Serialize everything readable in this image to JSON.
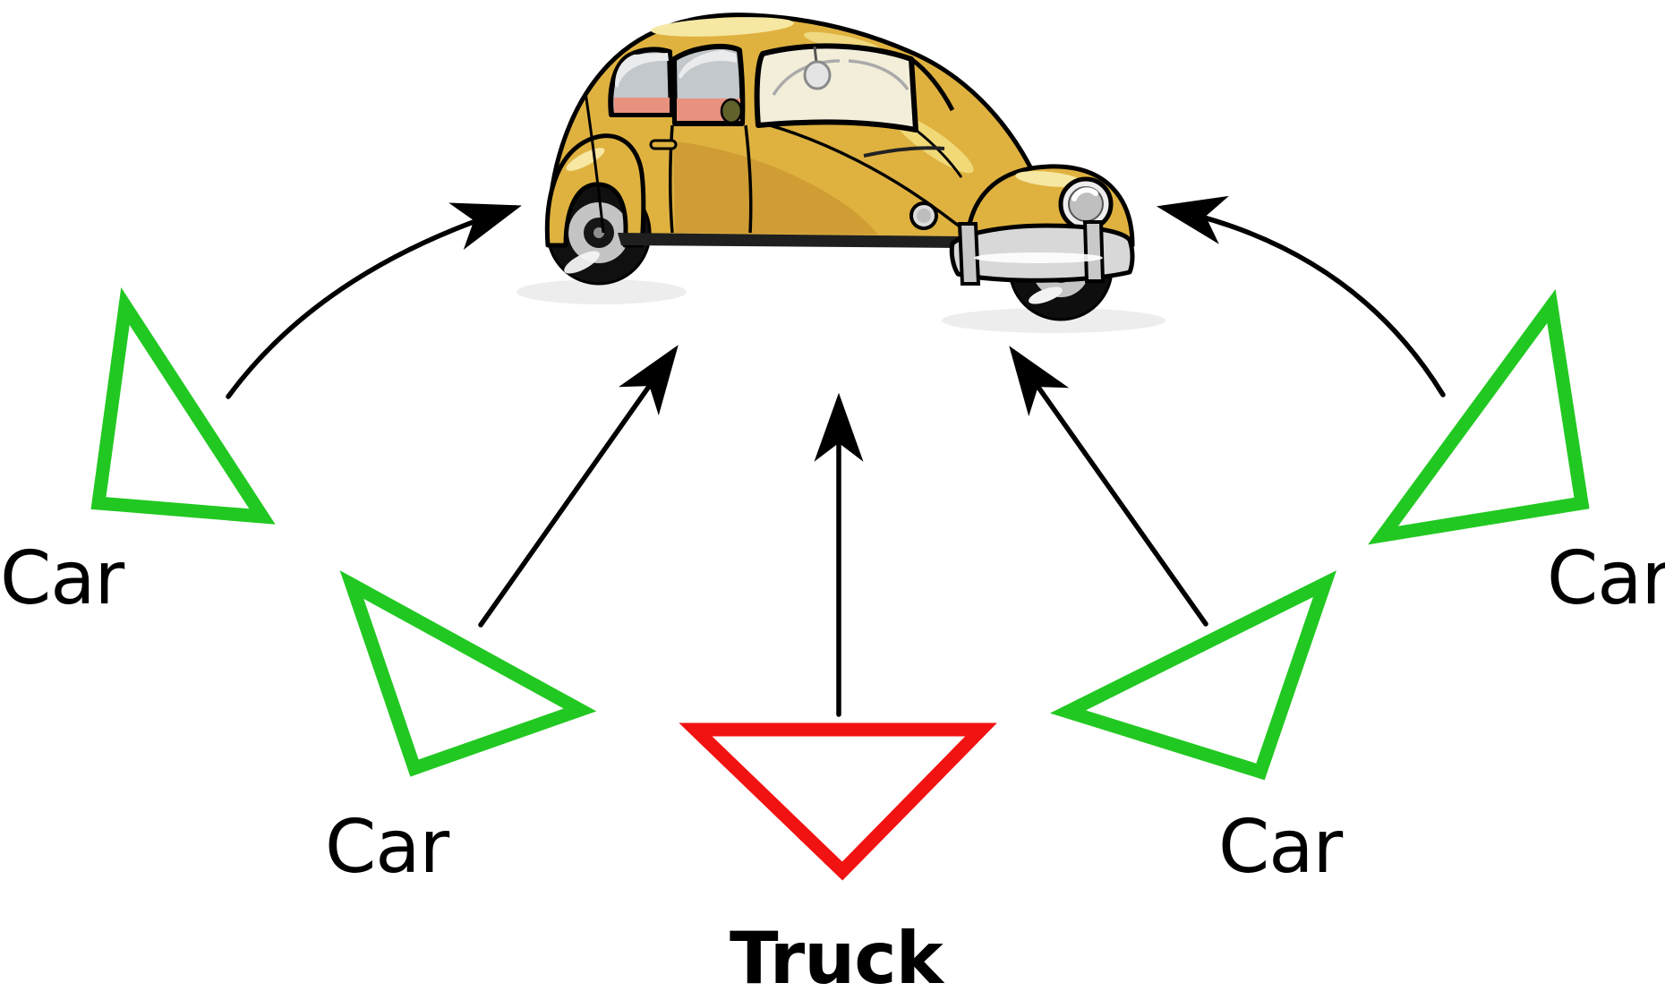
{
  "figure": {
    "type": "classification-voting-diagram",
    "target": {
      "name": "yellow-beetle-car",
      "description": "cartoon yellow VW Beetle facing right"
    },
    "votes": [
      {
        "position": "left",
        "label": "Car",
        "shape": "triangle-outline",
        "color_key": "green"
      },
      {
        "position": "bottom-left",
        "label": "Car",
        "shape": "triangle-outline",
        "color_key": "green"
      },
      {
        "position": "bottom-center",
        "label": "Truck",
        "shape": "triangle-outline",
        "color_key": "red"
      },
      {
        "position": "bottom-right",
        "label": "Car",
        "shape": "triangle-outline",
        "color_key": "green"
      },
      {
        "position": "right",
        "label": "Car",
        "shape": "triangle-outline",
        "color_key": "green"
      }
    ],
    "colors": {
      "green": "#22C822",
      "red": "#F11212",
      "arrow": "#000000",
      "text": "#000000"
    }
  }
}
